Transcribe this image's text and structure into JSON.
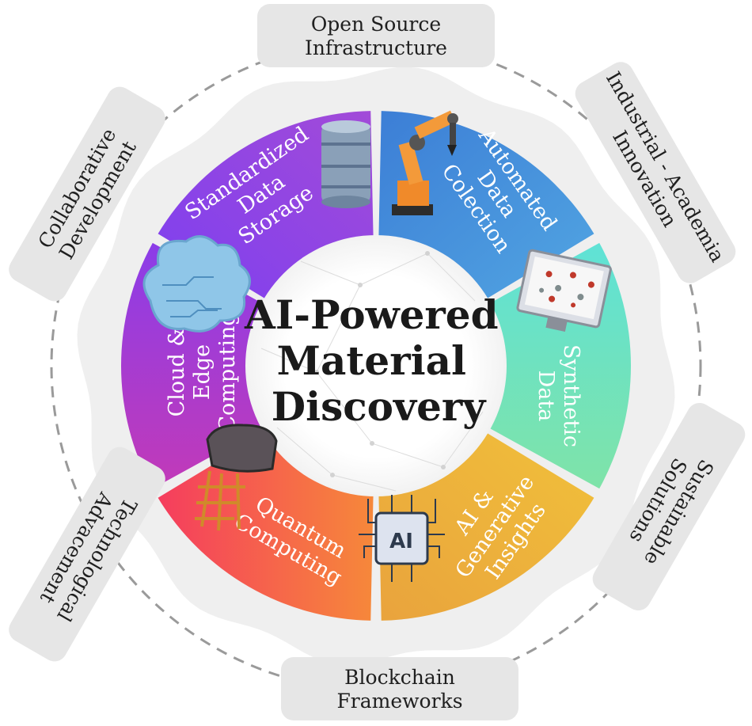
{
  "title": {
    "lines": [
      "AI-Powered",
      "Material",
      "Discovery"
    ]
  },
  "segments": [
    {
      "id": "data-storage",
      "lines": [
        "Standardized",
        "Data",
        "Storage"
      ],
      "icon": "database-icon",
      "colors": [
        "#7d3ff0",
        "#a24bd8"
      ]
    },
    {
      "id": "data-collection",
      "lines": [
        "Automated",
        "Data",
        "Colection"
      ],
      "icon": "robot-arm-icon",
      "colors": [
        "#3c7ed6",
        "#52a6e2"
      ]
    },
    {
      "id": "synthetic-data",
      "lines": [
        "Synthetic",
        "Data"
      ],
      "icon": "molecular-simulation-monitor-icon",
      "colors": [
        "#5fe2d6",
        "#7fe3a8"
      ]
    },
    {
      "id": "generative-insights",
      "lines": [
        "AI &",
        "Generative",
        "Insights"
      ],
      "icon": "ai-chip-icon",
      "colors": [
        "#f1c13a",
        "#e9a33d"
      ]
    },
    {
      "id": "quantum-computing",
      "lines": [
        "Quantum",
        "Computing"
      ],
      "icon": "quantum-computer-icon",
      "colors": [
        "#f53d5e",
        "#f6883a"
      ]
    },
    {
      "id": "cloud-edge",
      "lines": [
        "Cloud &",
        "Edge",
        "Computing"
      ],
      "icon": "cloud-circuit-icon",
      "colors": [
        "#c23ab8",
        "#8b3de8"
      ]
    }
  ],
  "outer_labels": [
    {
      "id": "open-source",
      "lines": [
        "Open Source",
        "Infrastructure"
      ]
    },
    {
      "id": "industrial-academia",
      "lines": [
        "Industrial - Academia",
        "Innovation"
      ]
    },
    {
      "id": "sustainable",
      "lines": [
        "Sustainable",
        "Solutions"
      ]
    },
    {
      "id": "blockchain",
      "lines": [
        "Blockchain",
        "Frameworks"
      ]
    },
    {
      "id": "technological",
      "lines": [
        "Technological",
        "Advacement"
      ]
    },
    {
      "id": "collaborative",
      "lines": [
        "Collaborative",
        "Development"
      ]
    }
  ],
  "chip_label": "AI",
  "colors": {
    "outer_box": "#e6e6e6",
    "outer_ring": "#efefef",
    "dashed_ring": "#9a9a9a",
    "center_fill": "#ffffff",
    "title_text": "#1a1a1a",
    "segment_text": "#ffffff"
  }
}
